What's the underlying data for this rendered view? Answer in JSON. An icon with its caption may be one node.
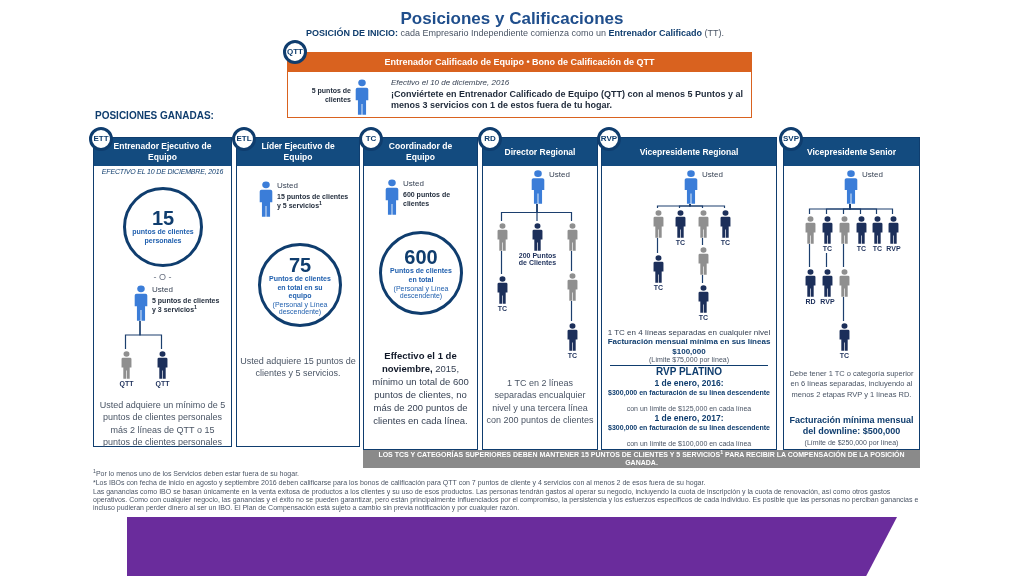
{
  "diagram": {
    "title": "Posiciones y Calificaciones",
    "nodes": [
      {
        "text": [
          "QTT"
        ]
      },
      {
        "text": [
          "Entrenador Calificado de Equipo  •  Bono de Calificación de QTT",
          "Efectivo el 10 de diciembre, 2016",
          "¡Conviértete en Entrenador Calificado de Equipo (QTT) con al menos 5 Puntos y al menos 3 servicios con 1 de estos fuera de tu hogar."
        ]
      },
      {
        "text": [],
        "shape": "person",
        "in": 1,
        "beside": [
          "5 puntos de clientes"
        ]
      },
      {
        "text": [
          "ETT"
        ]
      },
      {
        "text": [
          "Entrenador Ejecutivo de Equipo",
          "EFECTIVO EL 10 DE DICIEMBRE, 2016",
          "- O -",
          "Usted adquiere un mínimo de 5 puntos de clientes personales más 2 líneas de QTT o 15 puntos de clientes personales"
        ]
      },
      {
        "text": [
          "15",
          "puntos de clientes personales"
        ],
        "in": 4
      },
      {
        "text": [],
        "shape": "person",
        "in": 4,
        "beside": [
          "Usted",
          "5 puntos de clientes y 3 servicios$^{1}$"
        ]
      },
      {
        "text": [],
        "shape": "person",
        "in": 4,
        "beside": [
          "QTT"
        ]
      },
      {
        "text": [],
        "shape": "person",
        "in": 4,
        "beside": [
          "QTT"
        ]
      },
      {
        "text": [
          "ETL"
        ]
      },
      {
        "text": [
          "Líder Ejecutivo de Equipo",
          "Usted adquiere 15 puntos de clientes y 5 servicios."
        ]
      },
      {
        "text": [],
        "shape": "person",
        "in": 10,
        "beside": [
          "Usted",
          "15 puntos de clientes y 5 servicios$^{1}$"
        ]
      },
      {
        "text": [
          "75",
          "Puntos de clientes en total en su equipo",
          "(Personal y Línea descendente)"
        ],
        "in": 10
      },
      {
        "text": [
          "TC"
        ]
      },
      {
        "text": [
          "Coordinador de Equipo",
          "**Effectivo el 1 de noviembre,** 2015, mínimo un total de 600 puntos de clientes, no más de 200 puntos de clientes en cada línea."
        ]
      },
      {
        "text": [],
        "shape": "person",
        "in": 14,
        "beside": [
          "Usted",
          "600 puntos de clientes"
        ]
      },
      {
        "text": [
          "600",
          "Puntos de clientes en total",
          "(Personal y Línea descendente)"
        ],
        "in": 14
      },
      {
        "text": [
          "RD"
        ]
      },
      {
        "text": [
          "Director Regional",
          "1 TC en 2 líneas separadas encualquier nivel y una tercera línea con 200 puntos de clientes"
        ]
      },
      {
        "text": [],
        "shape": "person",
        "in": 18,
        "beside": [
          "Usted"
        ]
      },
      {
        "text": [],
        "shape": "person",
        "in": 18
      },
      {
        "text": [],
        "shape": "person",
        "in": 18,
        "beside": [
          "200 Puntos de Clientes"
        ]
      },
      {
        "text": [],
        "shape": "person",
        "in": 18
      },
      {
        "text": [],
        "shape": "person",
        "in": 18,
        "beside": [
          "TC"
        ]
      },
      {
        "text": [],
        "shape": "person",
        "in": 18
      },
      {
        "text": [],
        "shape": "person",
        "in": 18,
        "beside": [
          "TC"
        ]
      },
      {
        "text": [
          "RVP"
        ]
      },
      {
        "text": [
          "Vicepresidente Regional",
          "1 TC en 4 líneas separadas en cualquier nivel",
          "Facturación mensual mínima en sus líneas $100,000",
          "(Límite $75,000 por línea)",
          "RVP PLATINO",
          "1 de enero, 2016:",
          "$300,000 en facturación de su línea descendente",
          "con un límite de $125,000 en cada línea",
          "1 de enero, 2017:",
          "$300,000 en facturación de su línea descendente",
          "con un límite de $100,000 en cada línea"
        ]
      },
      {
        "text": [],
        "shape": "person",
        "in": 27,
        "beside": [
          "Usted"
        ]
      },
      {
        "text": [],
        "shape": "person",
        "in": 27
      },
      {
        "text": [],
        "shape": "person",
        "in": 27,
        "beside": [
          "TC"
        ]
      },
      {
        "text": [],
        "shape": "person",
        "in": 27
      },
      {
        "text": [],
        "shape": "person",
        "in": 27,
        "beside": [
          "TC"
        ]
      },
      {
        "text": [],
        "shape": "person",
        "in": 27,
        "beside": [
          "TC"
        ]
      },
      {
        "text": [],
        "shape": "person",
        "in": 27
      },
      {
        "text": [],
        "shape": "person",
        "in": 27,
        "beside": [
          "TC"
        ]
      },
      {
        "text": [
          "SVP"
        ]
      },
      {
        "text": [
          "Vicepresidente Senior",
          "Debe tener 1 TC o categoría superior en 6 líneas separadas, incluyendo al menos 2 etapas RVP y 1 líneas RD.",
          "Facturación mínima mensual del downline: $500,000",
          "(Límite de $250,000 por línea)"
        ]
      },
      {
        "text": [],
        "shape": "person",
        "in": 37,
        "beside": [
          "Usted"
        ]
      },
      {
        "text": [],
        "shape": "person",
        "in": 37
      },
      {
        "text": [],
        "shape": "person",
        "in": 37,
        "beside": [
          "TC"
        ]
      },
      {
        "text": [],
        "shape": "person",
        "in": 37
      },
      {
        "text": [],
        "shape": "person",
        "in": 37,
        "beside": [
          "TC"
        ]
      },
      {
        "text": [],
        "shape": "person",
        "in": 37,
        "beside": [
          "TC"
        ]
      },
      {
        "text": [],
        "shape": "person",
        "in": 37,
        "beside": [
          "RVP"
        ]
      },
      {
        "text": [],
        "shape": "person",
        "in": 37,
        "beside": [
          "RD"
        ]
      },
      {
        "text": [],
        "shape": "person",
        "in": 37,
        "beside": [
          "RVP"
        ]
      },
      {
        "text": [],
        "shape": "person",
        "in": 37
      },
      {
        "text": [],
        "shape": "person",
        "in": 37,
        "beside": [
          "TC"
        ]
      }
    ],
    "edges": [
      {
        "from": 6,
        "to": 7,
        "arrow": "none"
      },
      {
        "from": 6,
        "to": 8,
        "arrow": "none"
      },
      {
        "from": 19,
        "to": 20,
        "arrow": "none"
      },
      {
        "from": 19,
        "to": 21,
        "arrow": "none"
      },
      {
        "from": 19,
        "to": 22,
        "arrow": "none"
      },
      {
        "from": 20,
        "to": 23,
        "arrow": "none"
      },
      {
        "from": 22,
        "to": 24,
        "arrow": "none"
      },
      {
        "from": 24,
        "to": 25,
        "arrow": "none"
      },
      {
        "from": 28,
        "to": 29,
        "arrow": "none"
      },
      {
        "from": 28,
        "to": 30,
        "arrow": "none"
      },
      {
        "from": 28,
        "to": 31,
        "arrow": "none"
      },
      {
        "from": 28,
        "to": 32,
        "arrow": "none"
      },
      {
        "from": 29,
        "to": 33,
        "arrow": "none"
      },
      {
        "from": 31,
        "to": 34,
        "arrow": "none"
      },
      {
        "from": 34,
        "to": 35,
        "arrow": "none"
      },
      {
        "from": 38,
        "to": 39,
        "arrow": "none"
      },
      {
        "from": 38,
        "to": 40,
        "arrow": "none"
      },
      {
        "from": 38,
        "to": 41,
        "arrow": "none"
      },
      {
        "from": 38,
        "to": 42,
        "arrow": "none"
      },
      {
        "from": 38,
        "to": 43,
        "arrow": "none"
      },
      {
        "from": 38,
        "to": 44,
        "arrow": "none"
      },
      {
        "from": 39,
        "to": 45,
        "arrow": "none"
      },
      {
        "from": 40,
        "to": 46,
        "arrow": "none"
      },
      {
        "from": 41,
        "to": 47,
        "arrow": "none"
      },
      {
        "from": 47,
        "to": 48,
        "arrow": "none"
      }
    ],
    "labels": [
      "**POSICIÓN DE INICIO:** cada Empresario Independiente comienza como un **Entrenador Calificado** (TT).",
      "POSICIONES GANADAS:",
      "LOS TCS Y CATEGORÍAS SUPERIORES DEBEN MANTENER 15 PUNTOS DE CLIENTES Y 5 SERVICIOS$^{1}$ PARA RECIBIR LA COMPENSACIÓN DE LA POSICIÓN GANADA.",
      "$^{1}$Por lo menos uno de los Servicios deben estar fuera de su hogar.",
      "*Los IBOs con fecha de inicio en agosto y septiembre 2016 deben calificarse para los bonos de calificación para QTT con 7 puntos de cliente y 4 servicios con al menos 2 de esos fuera de su hogar.",
      "Las ganancias como IBO se basan únicamente en la venta exitosa de productos a los clientes y su uso de esos productos. Las personas tendrán gastos al operar su negocio, incluyendo la cuota de inscripción y la cuota de renovación, así como otros gastos operativos. Como con cualquier negocio, las ganancias y el éxito no se pueden garantizar, pero están principalmente influenciados por el compromiso, la persistencia y los esfuerzos específicos de cada individuo. Es posible que las personas no perciban ganancias e incluso pudieran perder dinero al ser un IBO. El Plan de Compensación está sujeto a cambio sin previa notificación y por cualquier razón."
    ]
  }
}
